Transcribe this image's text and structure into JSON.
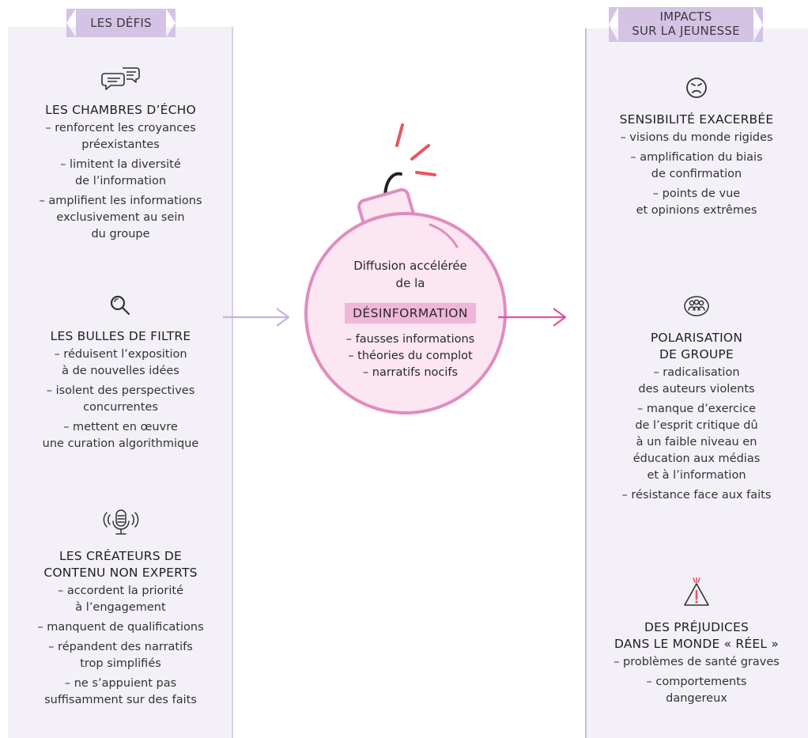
{
  "left_tag": "LES DÉFIS",
  "right_tag": "IMPACTS\nSUR LA JEUNESSE",
  "left_blocks": [
    {
      "icon": "chat-bubbles-icon",
      "title": "LES CHAMBRES D’ÉCHO",
      "items": [
        "– renforcent les croyances\npréexistantes",
        "– limitent la diversité\nde l’information",
        "– amplifient les informations\nexclusivement au sein\ndu groupe"
      ]
    },
    {
      "icon": "magnifier-icon",
      "title": "LES BULLES DE FILTRE",
      "items": [
        "– réduisent l’exposition\nà de nouvelles idées",
        "– isolent des perspectives\nconcurrentes",
        "– mettent en œuvre\nune curation algorithmique"
      ]
    },
    {
      "icon": "podcast-microphone-icon",
      "title": "LES CRÉATEURS DE\nCONTENU NON EXPERTS",
      "items": [
        "– accordent la priorité\nà l’engagement",
        "– manquent de qualifications",
        "– répandent des narratifs\ntrop simplifiés",
        "– ne s’appuient pas\nsuffisamment sur des faits"
      ]
    }
  ],
  "center": {
    "lead": "Diffusion accélérée\nde la",
    "badge": "DÉSINFORMATION",
    "items": [
      "– fausses informations",
      "– théories du complot",
      "– narratifs nocifs"
    ]
  },
  "right_blocks": [
    {
      "icon": "sad-face-icon",
      "title": "SENSIBILITÉ EXACERBÉE",
      "items": [
        "– visions du monde rigides",
        "– amplification du biais\nde confirmation",
        "– points de vue\net opinions extrêmes"
      ]
    },
    {
      "icon": "group-people-icon",
      "title": "POLARISATION\nDE GROUPE",
      "items": [
        "– radicalisation\ndes auteurs violents",
        "– manque d’exercice\nde l’esprit critique dû\nà un faible niveau en\néducation aux médias\net à l’information",
        "– résistance face aux faits"
      ]
    },
    {
      "icon": "warning-triangle-icon",
      "title": "DES PRÉJUDICES\nDANS LE MONDE « RÉEL »",
      "items": [
        "– problèmes de santé graves",
        "– comportements\ndangereux"
      ]
    }
  ],
  "colors": {
    "panel_bg": "#f3f0f8",
    "tag_bg": "#d5c3e6",
    "bomb_fill": "#fbe6f1",
    "bomb_stroke": "#e08cc0",
    "badge_bg": "#f0b6d8",
    "spark": "#e8555f",
    "arrow_left": "#c5b3e0",
    "arrow_right": "#e0509e"
  }
}
